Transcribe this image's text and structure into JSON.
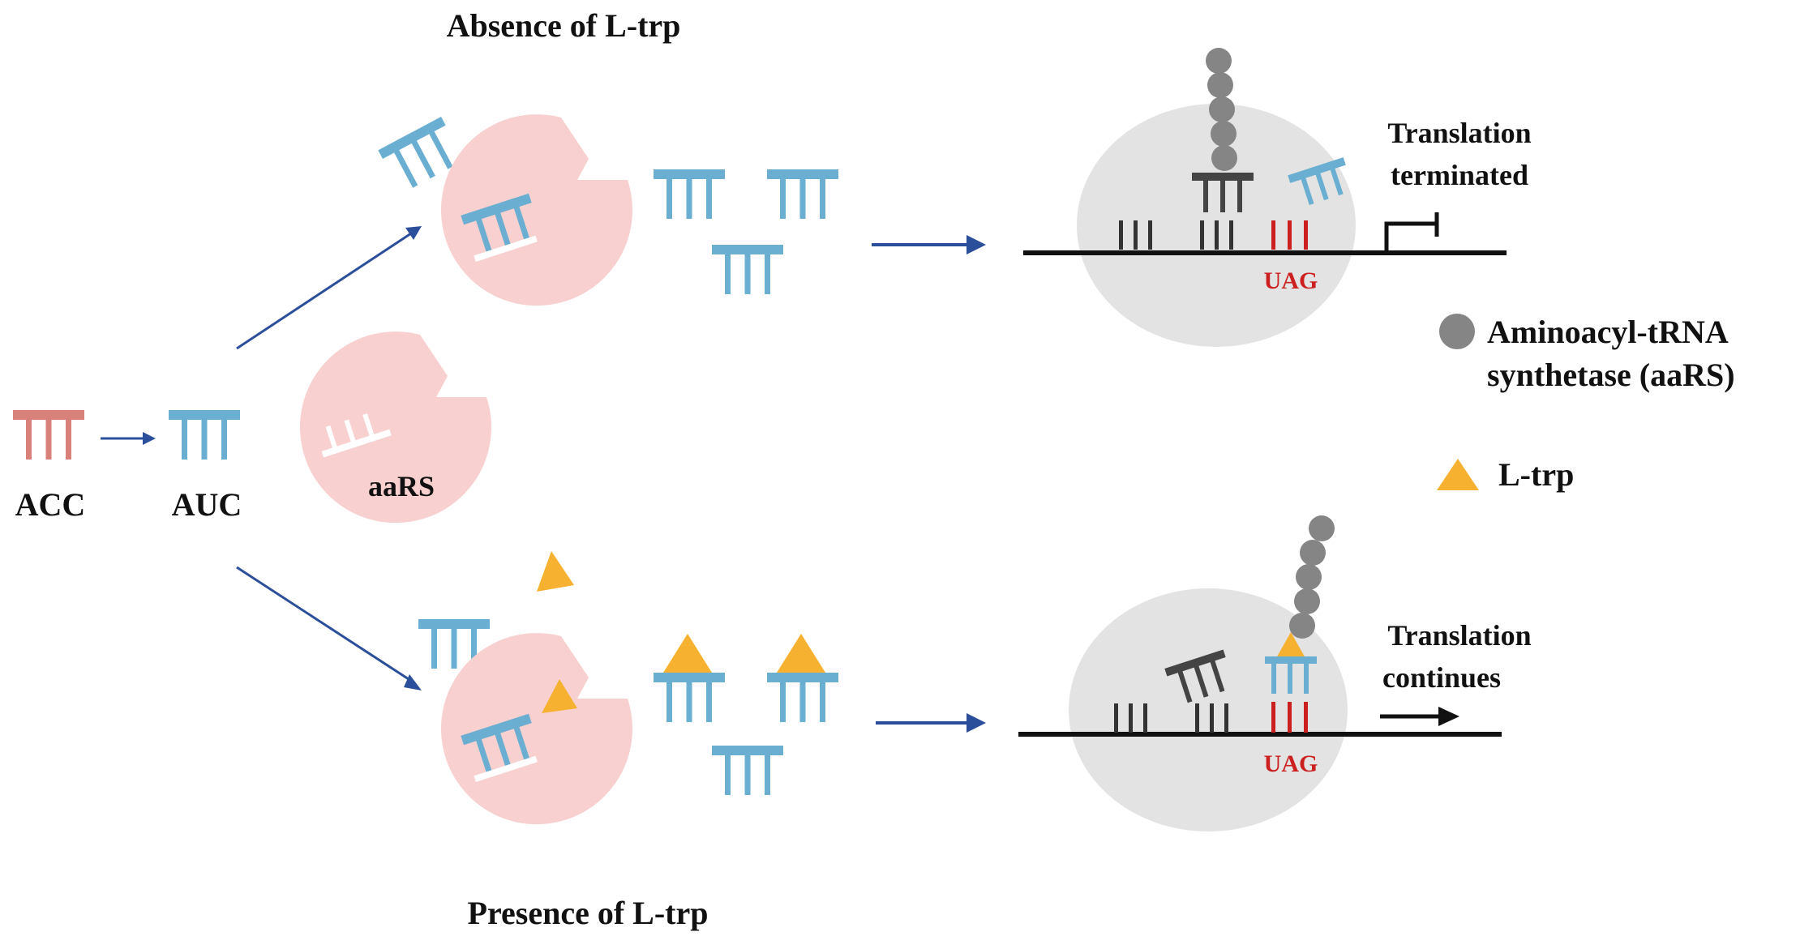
{
  "titles": {
    "absence": "Absence of L-trp",
    "presence": "Presence of L-trp"
  },
  "anticodons": {
    "original": "ACC",
    "mutant": "AUC"
  },
  "enzyme_label": "aaRS",
  "codon_label": "UAG",
  "outcomes": {
    "terminated_line1": "Translation",
    "terminated_line2": "terminated",
    "continues_line1": "Translation",
    "continues_line2": "continues"
  },
  "legend": {
    "aaRS_line1": "Aminoacyl-tRNA",
    "aaRS_line2": "synthetase (aaRS)",
    "ltrp": "L-trp"
  },
  "colors": {
    "trna_blue": "#6aafd1",
    "trna_red": "#d8807a",
    "enzyme_pink": "#f7d0cf",
    "arrow_blue": "#2c4f9b",
    "ltrp_orange": "#f5b12f",
    "ribosome_gray": "#e3e3e3",
    "peptide_gray": "#858585",
    "codon_red": "#cc1f1f",
    "mrna_black": "#111111"
  }
}
